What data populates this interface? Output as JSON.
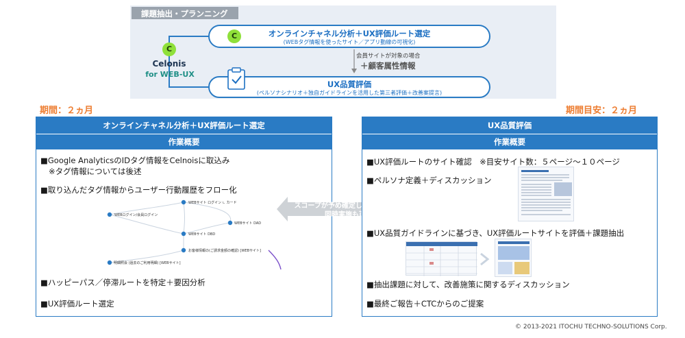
{
  "planning": {
    "title": "課題抽出・プランニング",
    "logo_letter": "C",
    "tool_name": "Celonis",
    "tool_sub": "for WEB-UX",
    "step1_title": "オンラインチャネル分析＋UX評価ルート選定",
    "step1_sub": "(WEBタグ情報を使ったサイト／アプリ動線の可視化)",
    "middle_note": "会員サイトが対象の場合",
    "middle_plus": "＋顧客属性情報",
    "step2_title": "UX品質評価",
    "step2_sub": "(ペルソナシナリオ＋独自ガイドラインを活用した第三者評価＋改善案提言)"
  },
  "periods": {
    "left": "期間：２ヵ月",
    "right": "期間目安：２ヵ月"
  },
  "left_box": {
    "header": "オンラインチャネル分析＋UX評価ルート選定",
    "subheader": "作業概要",
    "items": [
      "■Google AnalyticsのIDタグ情報をCelnoisに取込み",
      "※タグ情報については後述",
      "■取り込んだタグ情報からユーザー行動履歴をフロー化",
      "■ハッピーパス／停滞ルートを特定＋要因分析",
      "■UX評価ルート選定"
    ],
    "flow_labels": [
      "WEBログイン/会員ログイン",
      "WEBサイト ログイン ∟ カード",
      "WEBサイト DBD",
      "WEBサイト DAD",
      "お客様情報の(ご請求金額の確認) [WEBサイト]",
      "明細照会 (過去のご利用明細) [WEBサイト]"
    ]
  },
  "center_arrow": {
    "line1": "スコープが予め確定している場合",
    "line2": "同時実施も可"
  },
  "right_box": {
    "header": "UX品質評価",
    "subheader": "作業概要",
    "items": [
      "■UX評価ルートのサイト確認　※目安サイト数：５ページ～１０ページ",
      "■ペルソナ定義＋ディスカッション",
      "■UX品質ガイドラインに基づき、UX評価ルートサイトを評価＋課題抽出",
      "■抽出課題に対して、改善施策に関するディスカッション",
      "■最終ご報告＋CTCからのご提案"
    ]
  },
  "copyright": "© 2013-2021 ITOCHU TECHNO-SOLUTIONS Corp.",
  "colors": {
    "brand_blue": "#2a7bc4",
    "accent_orange": "#ed7d31",
    "celonis_green": "#8fe03a",
    "panel_bg": "#e9eef5"
  }
}
